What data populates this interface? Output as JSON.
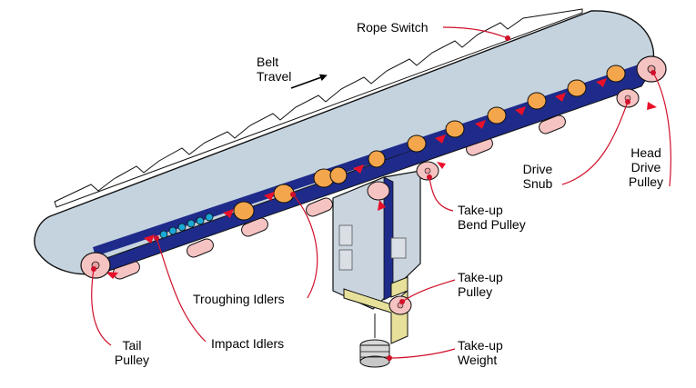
{
  "labels": {
    "belt_travel": [
      "Belt",
      "Travel"
    ],
    "rope_switch": [
      "Rope Switch"
    ],
    "head_drive_pulley": [
      "Head",
      "Drive",
      "Pulley"
    ],
    "drive_snub": [
      "Drive",
      "Snub"
    ],
    "takeup_bend_pulley": [
      "Take-up",
      "Bend Pulley"
    ],
    "takeup_pulley": [
      "Take-up",
      "Pulley"
    ],
    "takeup_weight": [
      "Take-up",
      "Weight"
    ],
    "troughing_idlers": [
      "Troughing Idlers"
    ],
    "impact_idlers": [
      "Impact Idlers"
    ],
    "tail_pulley": [
      "Tail",
      "Pulley"
    ]
  },
  "colors": {
    "belt": "#c5d3df",
    "belt_dark": "#1e2b8a",
    "carry_idler": "#f4a64c",
    "return_idler": "#f6c3c3",
    "pulley": "#f6c3c3",
    "impact_idler": "#1aa7d6",
    "arrow": "#e8102a",
    "leader": "#d0102a",
    "frame": "#e6e09a",
    "outline": "#111111"
  }
}
